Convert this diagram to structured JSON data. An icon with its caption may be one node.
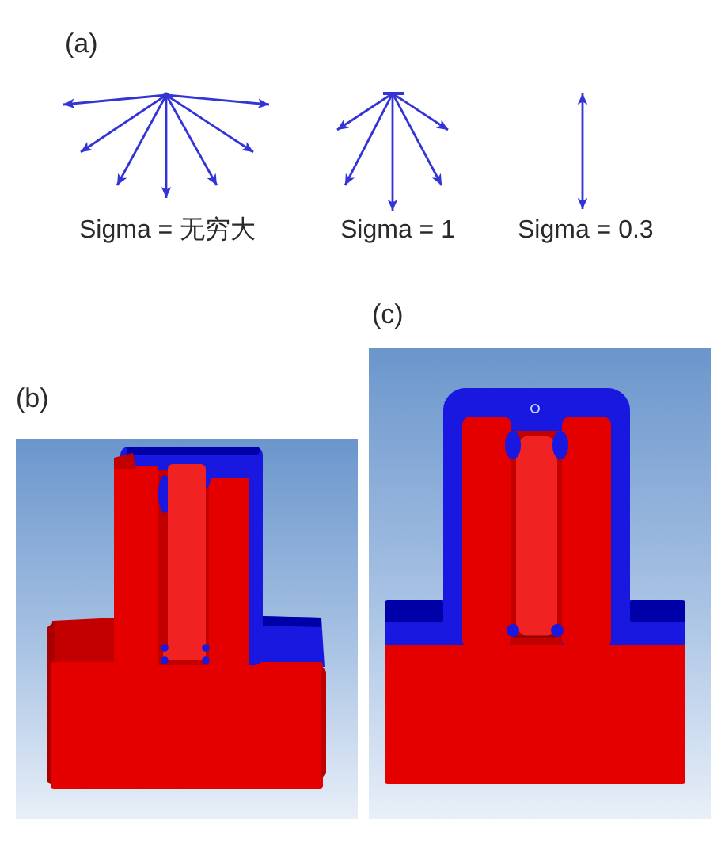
{
  "diagram": {
    "labels": [
      "(a)",
      "Sigma = 无穷大",
      "Sigma = 1",
      "Sigma = 0.3",
      "(b)",
      "(c)"
    ]
  }
}
